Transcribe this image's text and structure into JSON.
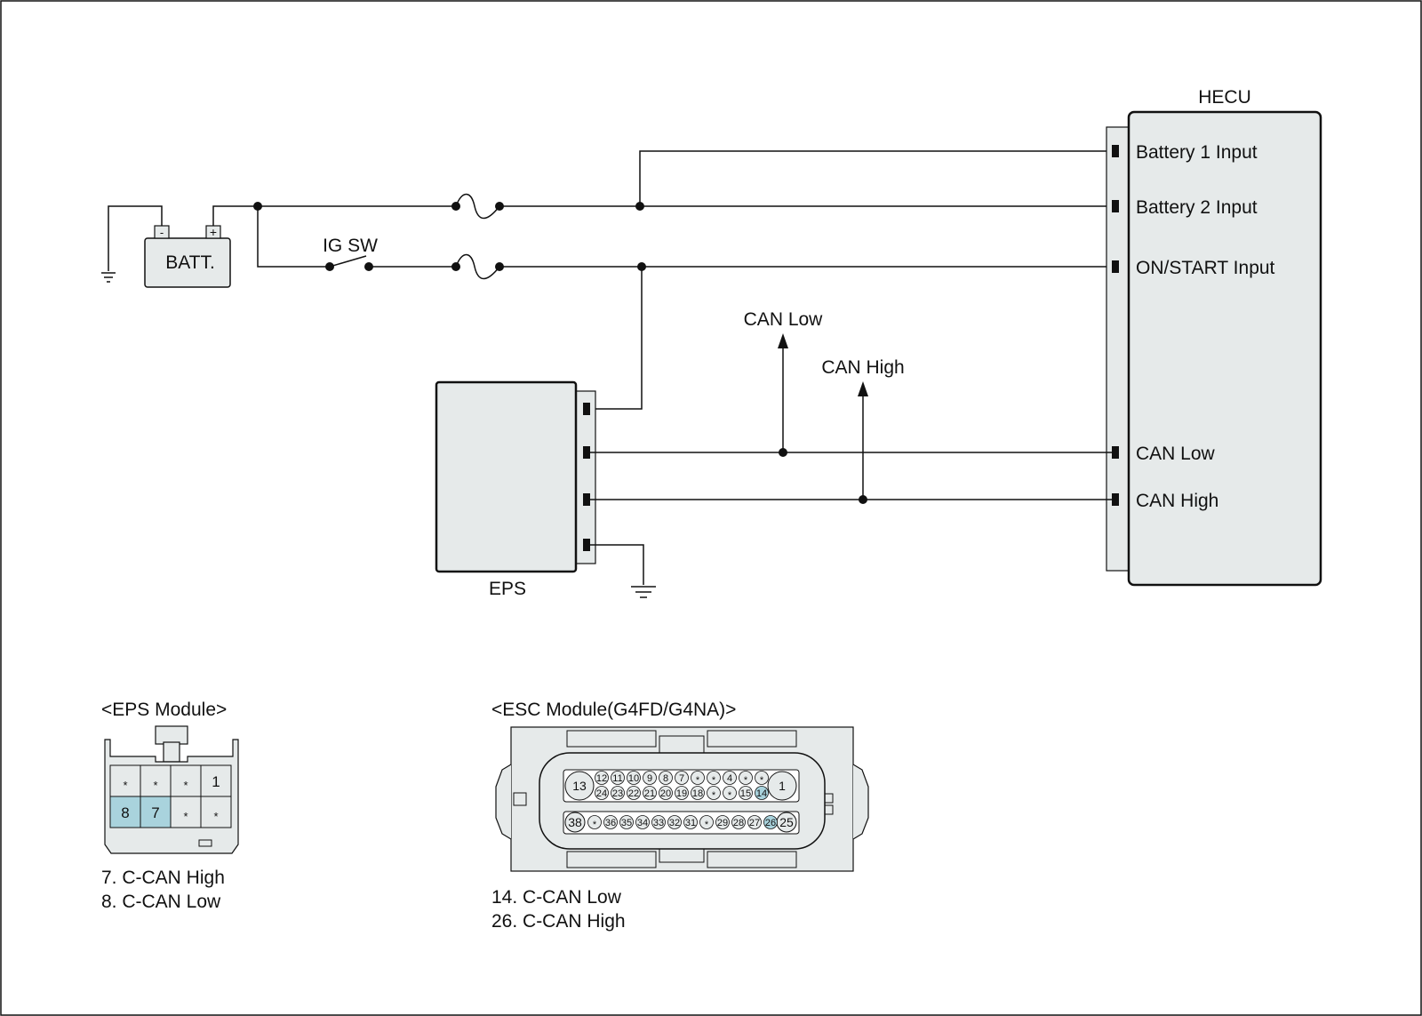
{
  "colors": {
    "line": "#111111",
    "box_fill": "#e6eaea",
    "highlight": "#a9d3dd",
    "background": "#ffffff"
  },
  "battery": {
    "label": "BATT.",
    "neg_terminal": "-",
    "pos_terminal": "+"
  },
  "ignition_switch": {
    "label": "IG SW"
  },
  "hecu": {
    "title": "HECU",
    "pins": [
      "Battery 1 Input",
      "Battery 2 Input",
      "ON/START Input",
      "CAN Low",
      "CAN High"
    ]
  },
  "eps": {
    "title": "EPS"
  },
  "can_arrows": {
    "low": "CAN Low",
    "high": "CAN High"
  },
  "eps_connector": {
    "title": "<EPS Module>",
    "top_row": [
      "*",
      "*",
      "*",
      "1"
    ],
    "bottom_row": [
      "8",
      "7",
      "*",
      "*"
    ],
    "highlighted": [
      "8",
      "7"
    ],
    "legend": [
      "7. C-CAN High",
      "8. C-CAN Low"
    ]
  },
  "esc_connector": {
    "title": "<ESC Module(G4FD/G4NA)>",
    "left_big_top": "13",
    "right_big_top": "1",
    "row1": [
      "12",
      "11",
      "10",
      "9",
      "8",
      "7",
      "*",
      "*",
      "4",
      "*",
      "*"
    ],
    "row2": [
      "24",
      "23",
      "22",
      "21",
      "20",
      "19",
      "18",
      "*",
      "*",
      "15",
      "14"
    ],
    "left_big_bottom": "38",
    "right_big_bottom": "25",
    "row3": [
      "*",
      "36",
      "35",
      "34",
      "33",
      "32",
      "31",
      "*",
      "29",
      "28",
      "27",
      "26"
    ],
    "highlighted": [
      "14",
      "26"
    ],
    "legend": [
      "14. C-CAN Low",
      "26. C-CAN High"
    ]
  }
}
